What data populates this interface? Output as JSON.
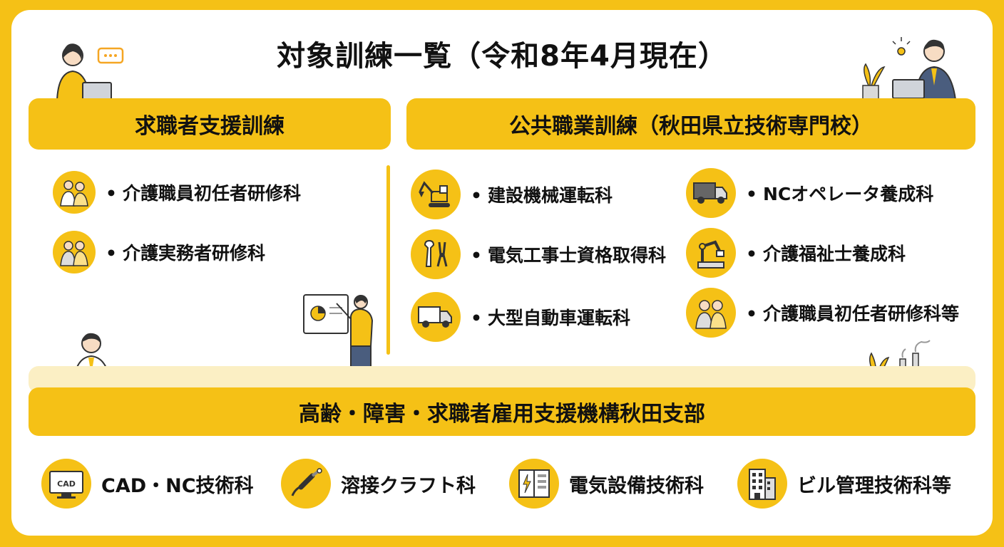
{
  "title": "対象訓練一覧（令和8年4月現在）",
  "sections": {
    "jobseeker": {
      "heading": "求職者支援訓練",
      "items": [
        {
          "label": "介護職員初任者研修科",
          "icon": "caregiver-icon"
        },
        {
          "label": "介護実務者研修科",
          "icon": "caregiver-icon"
        }
      ]
    },
    "public": {
      "heading": "公共職業訓練（秋田県立技術専門校）",
      "items": [
        {
          "label": "建設機械運転科",
          "icon": "excavator-icon"
        },
        {
          "label": "NCオペレータ養成科",
          "icon": "truck-icon"
        },
        {
          "label": "電気工事士資格取得科",
          "icon": "tools-icon"
        },
        {
          "label": "介護福祉士養成科",
          "icon": "robot-arm-icon"
        },
        {
          "label": "大型自動車運転科",
          "icon": "truck-icon"
        },
        {
          "label": "介護職員初任者研修科等",
          "icon": "caregiver-icon"
        }
      ]
    },
    "jeed": {
      "heading": "高齢・障害・求職者雇用支援機構秋田支部",
      "items": [
        {
          "label": "CAD・NC技術科",
          "icon_text": "CAD",
          "icon": "cad-monitor-icon"
        },
        {
          "label": "溶接クラフト科",
          "icon": "welding-torch-icon"
        },
        {
          "label": "電気設備技術科",
          "icon": "electrical-panel-icon"
        },
        {
          "label": "ビル管理技術科等",
          "icon": "building-icon"
        }
      ]
    }
  },
  "colors": {
    "accent": "#f5c116",
    "pale": "#fbefc4",
    "text": "#111111"
  }
}
